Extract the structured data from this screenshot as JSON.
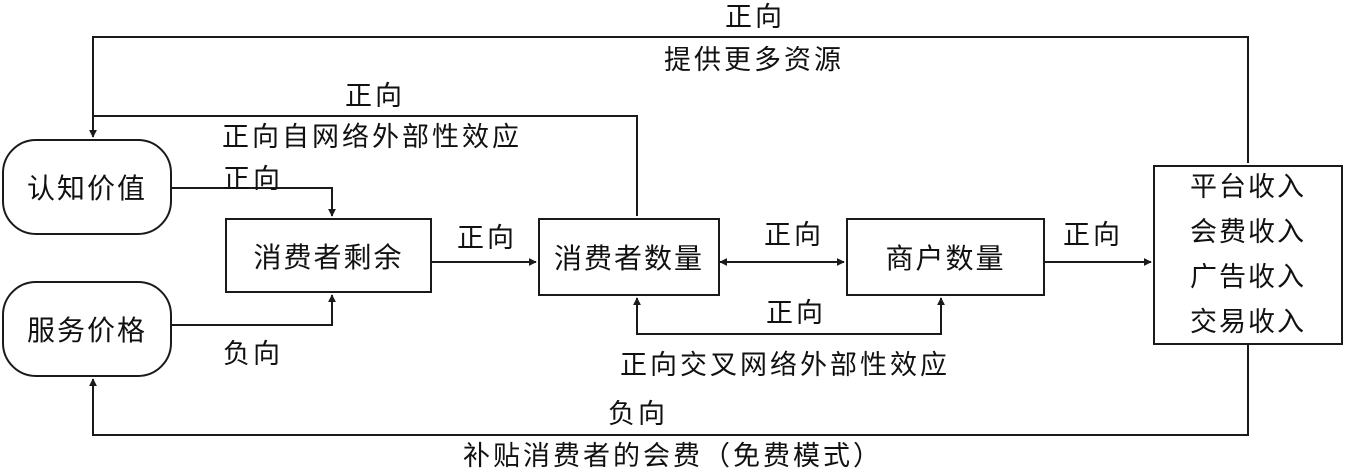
{
  "nodes": {
    "perceived_value": "认知价值",
    "service_price": "服务价格",
    "consumer_surplus": "消费者剩余",
    "consumer_count": "消费者数量",
    "merchant_count": "商户数量",
    "platform_income": [
      "平台收入",
      "会费收入",
      "广告收入",
      "交易收入"
    ]
  },
  "labels": {
    "top_positive": "正向",
    "provide_resources": "提供更多资源",
    "upper_positive": "正向",
    "same_side_effect": "正向自网络外部性效应",
    "value_to_surplus": "正向",
    "price_to_surplus": "负向",
    "surplus_to_consumers": "正向",
    "consumers_merchants_top": "正向",
    "consumers_merchants_bottom": "正向",
    "cross_side_effect": "正向交叉网络外部性效应",
    "merchants_to_income": "正向",
    "bottom_negative": "负向",
    "subsidy": "补贴消费者的会费（免费模式）"
  },
  "colors": {
    "stroke": "#1a1a1a",
    "text": "#111111",
    "background": "#ffffff"
  }
}
